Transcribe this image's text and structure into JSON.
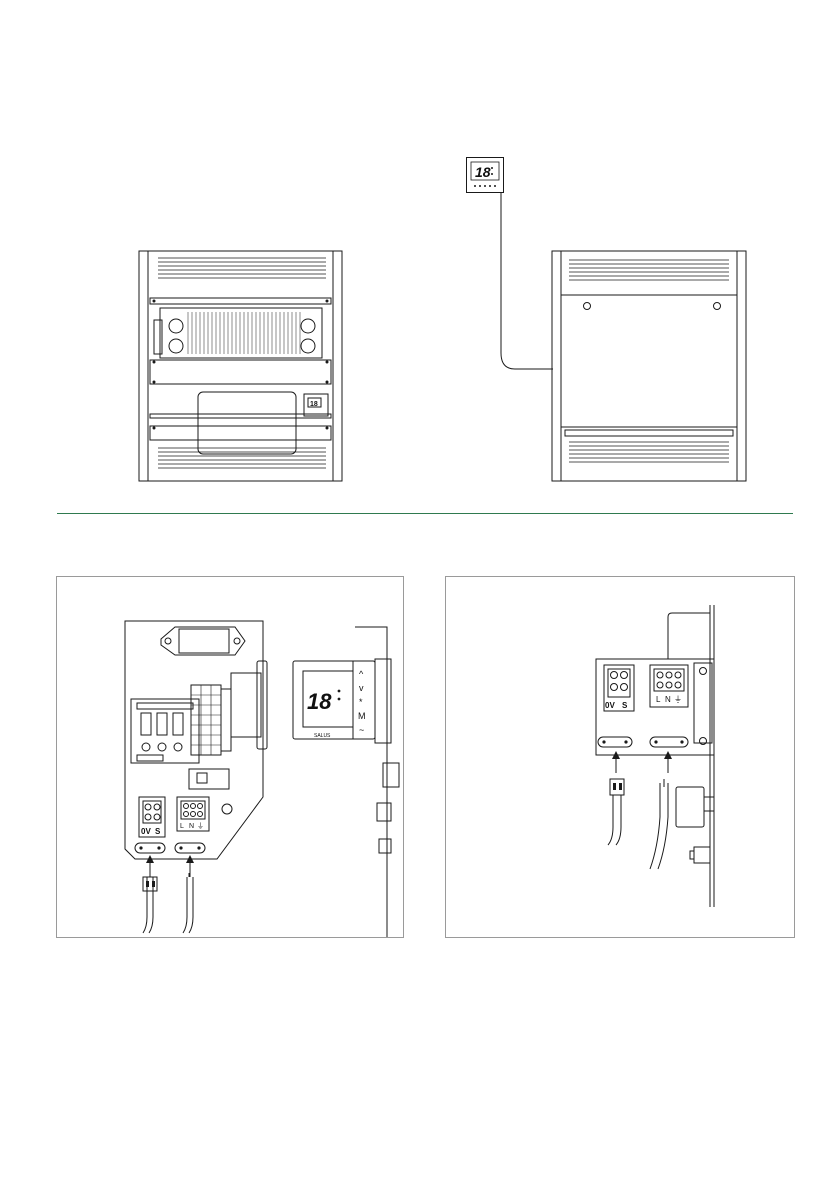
{
  "remote_display": {
    "digits": "18",
    "button_icons": [
      "up-arrow",
      "down-arrow",
      "snowflake",
      "mode",
      "fan"
    ]
  },
  "controller": {
    "digits": "18",
    "buttons": [
      "^",
      "v",
      "*",
      "M",
      "~"
    ],
    "brand": "SALUS"
  },
  "terminals_low_voltage": {
    "labels": [
      "0V",
      "S"
    ]
  },
  "terminals_mains": {
    "labels": [
      "L",
      "N",
      "⏚"
    ]
  },
  "colors": {
    "divider": "#2f7a4f",
    "panel_border": "#9a9a9a",
    "line": "#1a1a1a"
  }
}
